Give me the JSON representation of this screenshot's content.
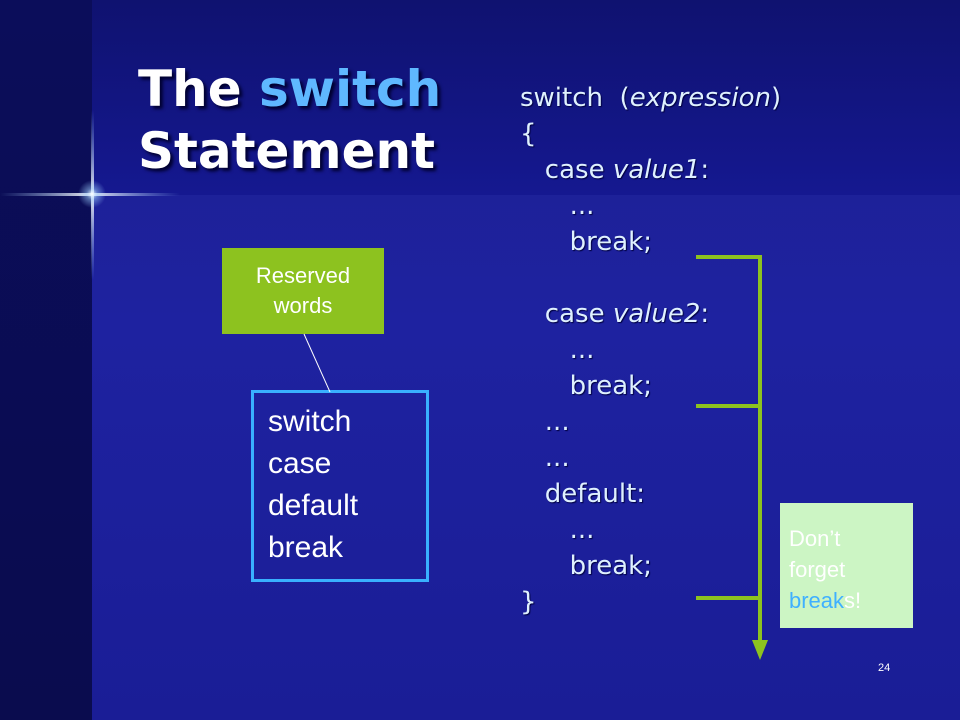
{
  "slide": {
    "title_word_1": "The",
    "title_keyword": "switch",
    "title_word_2": "Statement",
    "code_lines": [
      {
        "text": "switch  (",
        "placeholder": "expression",
        "suffix": ")"
      },
      {
        "text": "{",
        "placeholder": "",
        "suffix": ""
      },
      {
        "text": "   case ",
        "placeholder": "value1",
        "suffix": ":"
      },
      {
        "text": "      ...",
        "placeholder": "",
        "suffix": ""
      },
      {
        "text": "      break;",
        "placeholder": "",
        "suffix": ""
      },
      {
        "text": "",
        "placeholder": "",
        "suffix": ""
      },
      {
        "text": "   case ",
        "placeholder": "value2",
        "suffix": ":"
      },
      {
        "text": "      ...",
        "placeholder": "",
        "suffix": ""
      },
      {
        "text": "      break;",
        "placeholder": "",
        "suffix": ""
      },
      {
        "text": "   ...",
        "placeholder": "",
        "suffix": ""
      },
      {
        "text": "   ...",
        "placeholder": "",
        "suffix": ""
      },
      {
        "text": "   default:",
        "placeholder": "",
        "suffix": ""
      },
      {
        "text": "      ...",
        "placeholder": "",
        "suffix": ""
      },
      {
        "text": "      break;",
        "placeholder": "",
        "suffix": ""
      },
      {
        "text": "}",
        "placeholder": "",
        "suffix": ""
      }
    ],
    "reserved_callout_line1": "Reserved",
    "reserved_callout_line2": "words",
    "keywords": [
      "switch",
      "case",
      "default",
      "break"
    ],
    "breaks_callout_line1": "Don’t",
    "breaks_callout_line2": "forget",
    "breaks_callout_accent": "break",
    "breaks_callout_end": "s!",
    "page_number": "24"
  },
  "colors": {
    "background": "#1e22a0",
    "title_keyword": "#5fb8ff",
    "code_text": "#dff1ff",
    "reserved_callout_bg": "#8dc21f",
    "keyword_box_border": "#39b0ff",
    "breaks_callout_bg": "#ccf5c4",
    "bracket_arrow": "#8dc21f"
  }
}
